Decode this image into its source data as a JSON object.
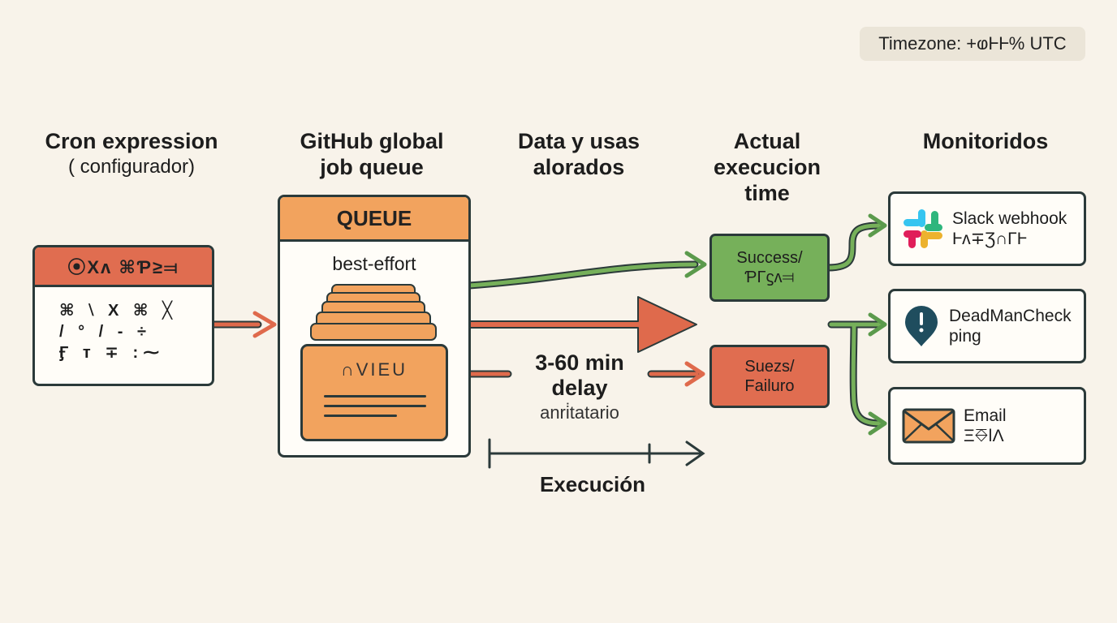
{
  "timezone": "Timezone: +ⱷⱵⱵ% UTC",
  "columns": {
    "cron": {
      "title": "Cron expression",
      "subtitle": "( configurador)"
    },
    "queue": {
      "title_1": "GitHub global",
      "title_2": "job queue"
    },
    "delay": {
      "title_1": "Data y usas",
      "title_2": "alorados"
    },
    "actual": {
      "title_1": "Actual",
      "title_2": "execucion",
      "title_3": "time"
    },
    "monitor": {
      "title": "Monitoridos"
    }
  },
  "cron_box": {
    "header": "⦿Xʌ ⌘Ƥ≥⫤",
    "row1": "⌘ ⧵ X ⌘ ╳",
    "row2": "/ ° / - ÷",
    "row3": "Ӻ т ∓ :⁓"
  },
  "queue_box": {
    "header": "QUEUE",
    "subtitle": "best-effort",
    "tray_label": "∩VIEU"
  },
  "delay": {
    "value_1": "3-60 min",
    "value_2": "delay",
    "note": "anri̇tatario"
  },
  "execution_label": "Execución",
  "status": {
    "success_1": "Success/",
    "success_2": "ƤΓϛʌ⫤",
    "failure_1": "Suezs/",
    "failure_2": "Failuro"
  },
  "monitors": {
    "slack_1": "Slack webhook",
    "slack_2": "Ⱶʌ∓Ʒ∩ΓⱵ",
    "deadman_1": "DeadManCheck",
    "deadman_2": "ping",
    "email_1": "Email",
    "email_2": "Ξ⎑ǀΛ"
  },
  "colors": {
    "background": "#f8f3ea",
    "orange": "#f2a35e",
    "red": "#e06d50",
    "green": "#76b05a",
    "arrow_green": "#5b9a4c",
    "arrow_red": "#df6a4c",
    "ink": "#2b3a3a"
  }
}
